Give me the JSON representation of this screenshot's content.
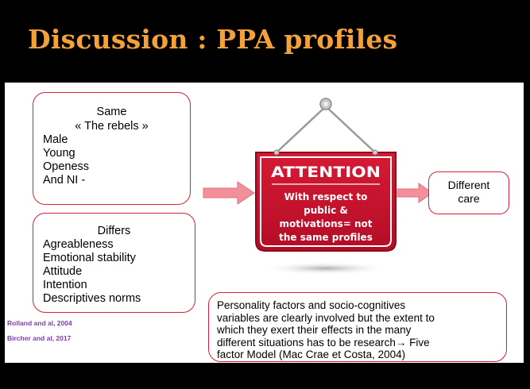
{
  "title": "Discussion : PPA profiles",
  "same_box": {
    "heading": "Same",
    "subheading": "« The rebels »",
    "items": [
      "Male",
      "Young",
      "Openess",
      "And NI -"
    ]
  },
  "differs_box": {
    "heading": "Differs",
    "items": [
      "Agreableness",
      "Emotional stability",
      "Attitude",
      "Intention",
      "Descriptives norms"
    ]
  },
  "references": [
    "Rolland and al, 2004",
    "Bircher and al, 2017"
  ],
  "sign": {
    "header": "ATTENTION",
    "body_lines": [
      "With respect to",
      "public &",
      "motivations= not",
      "the same profiles"
    ]
  },
  "result_box": {
    "lines": [
      "Different",
      "care"
    ]
  },
  "note_box": {
    "lines": [
      "Personality factors and socio-cognitives",
      "variables are clearly involved but the extent to",
      "which they exert their effects in the many",
      "different situations has to be research→ Five",
      "factor Model (Mac Crae et Costa, 2004)"
    ]
  },
  "colors": {
    "title": "#f5a13a",
    "accent": "#d5203c",
    "arrow": "#f38f9a",
    "sign_red": "#c8102e",
    "reference": "#7b3fa8"
  }
}
